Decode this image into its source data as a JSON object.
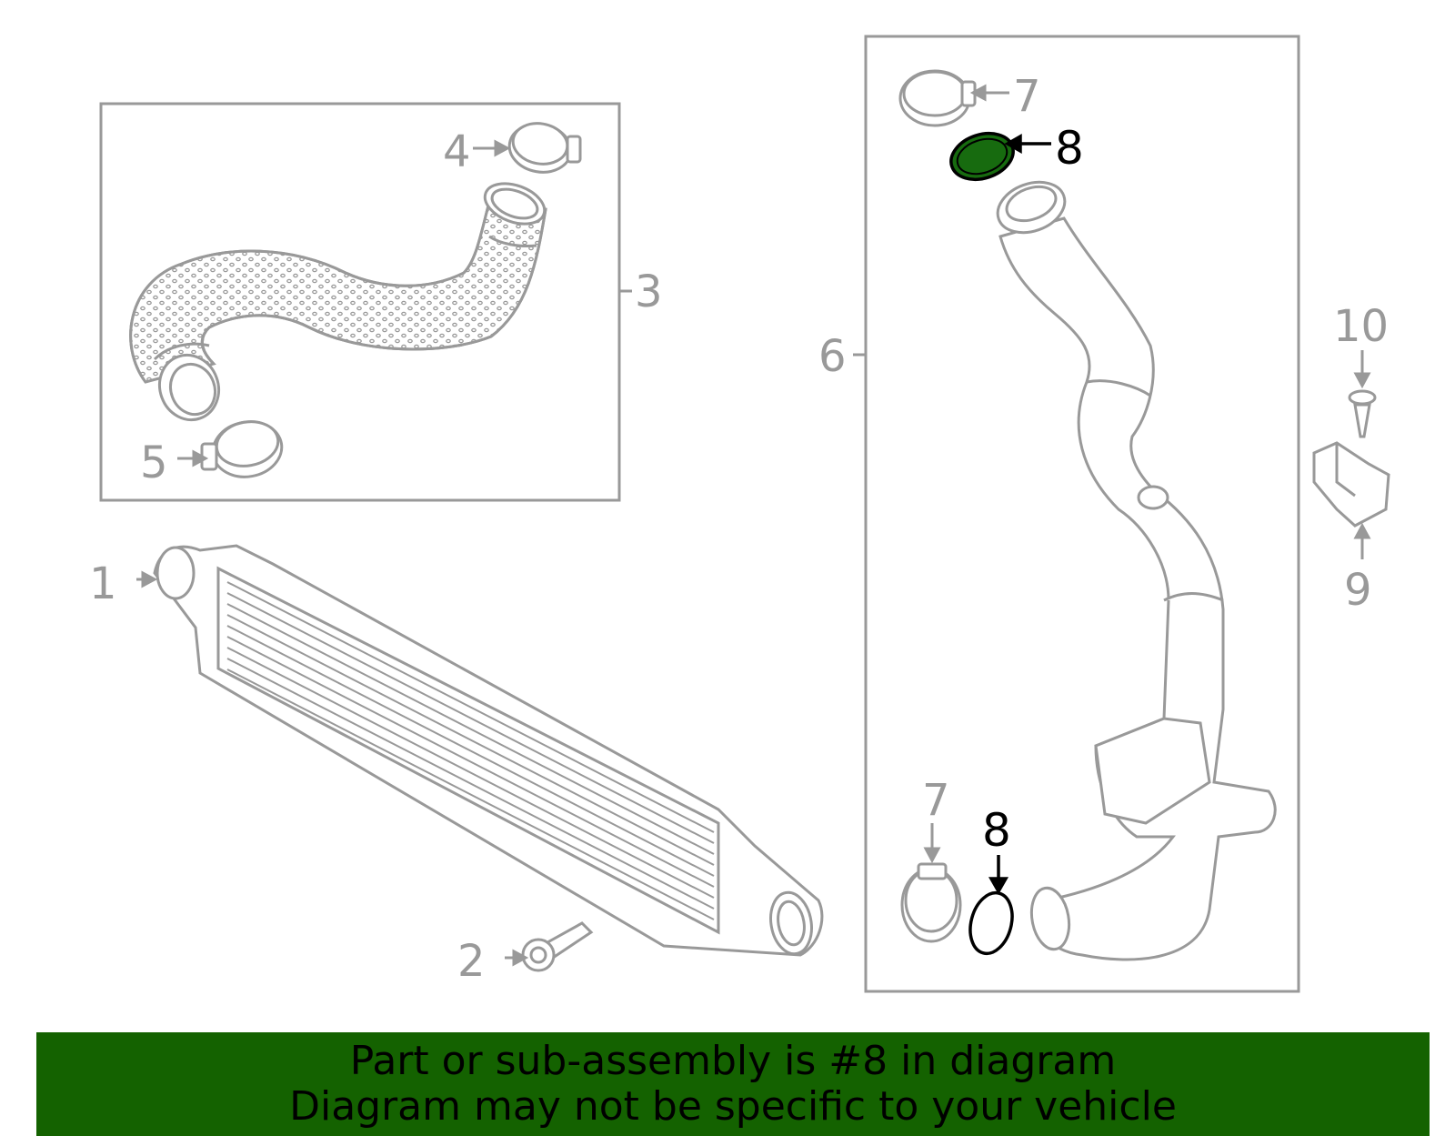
{
  "colors": {
    "line": "#999999",
    "highlight_fill": "#176b0f",
    "highlight_stroke": "#000000",
    "banner_bg": "#146200",
    "banner_text": "#000000"
  },
  "callouts": {
    "c1": "1",
    "c2": "2",
    "c3": "3",
    "c4": "4",
    "c5": "5",
    "c6": "6",
    "c7_top": "7",
    "c8_top": "8",
    "c7_bottom": "7",
    "c8_bottom": "8",
    "c9": "9",
    "c10": "10"
  },
  "highlighted_part": "8",
  "banner": {
    "line1": "Part or sub-assembly is #8 in diagram",
    "line2": "Diagram may not be specific to your vehicle"
  }
}
